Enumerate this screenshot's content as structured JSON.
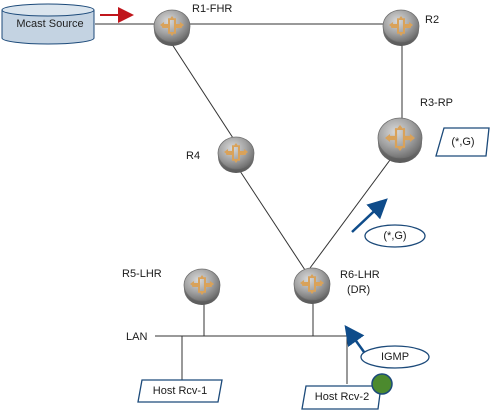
{
  "diagram": {
    "source": {
      "label": "Mcast Source"
    },
    "routers": [
      {
        "id": "r1",
        "label": "R1-FHR"
      },
      {
        "id": "r2",
        "label": "R2"
      },
      {
        "id": "r3",
        "label": "R3-RP"
      },
      {
        "id": "r4",
        "label": "R4"
      },
      {
        "id": "r5",
        "label": "R5-LHR"
      },
      {
        "id": "r6",
        "label": "R6-LHR",
        "sublabel": "(DR)"
      }
    ],
    "rp_state_label": "(*,G)",
    "join_message_label": "(*,G)",
    "igmp_label": "IGMP",
    "lan_label": "LAN",
    "hosts": [
      {
        "id": "rcv1",
        "label": "Host Rcv-1"
      },
      {
        "id": "rcv2",
        "label": "Host Rcv-2"
      }
    ],
    "colors": {
      "router_body": "#9a9a9a",
      "router_symbol": "#d9a25a",
      "line": "#333333",
      "arrow_red": "#c0161c",
      "arrow_blue": "#0f4c8a",
      "receiver_dot": "#4c8a2e",
      "box_border": "#1c4a7a"
    }
  }
}
